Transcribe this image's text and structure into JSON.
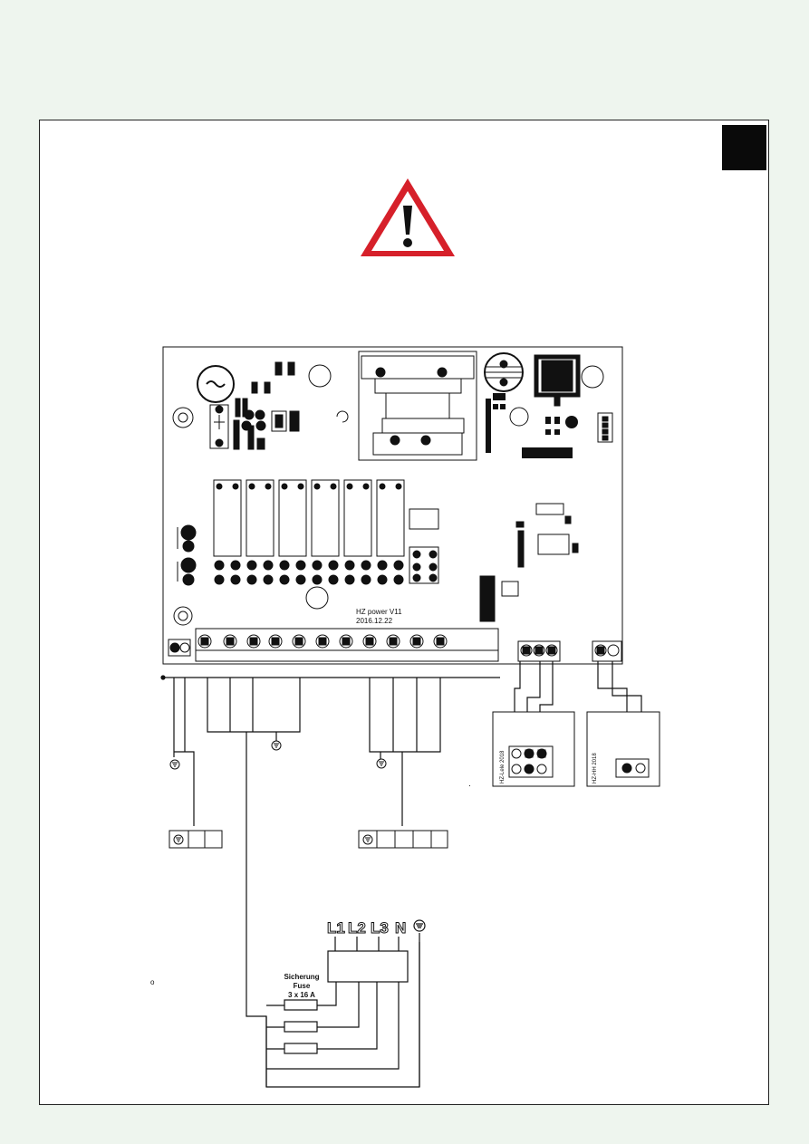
{
  "page": {
    "warning_icon": "warning-triangle-icon",
    "accent_colors": {
      "warning_red": "#d6202a",
      "watermark_green": "#dcebdc",
      "page_bg": "#eef5ee"
    }
  },
  "pcb": {
    "label_model": "HZ power  V11",
    "label_date": "2016.12.22"
  },
  "modules": {
    "module_a_label": "HZ-Lele 2018",
    "module_b_label": "HZ-HH 2018"
  },
  "supply": {
    "terminal_labels": [
      "L1",
      "L2",
      "L3",
      "N"
    ],
    "fuse_title": "Sicherung",
    "fuse_subtitle": "Fuse",
    "fuse_rating": "3 x 16 A"
  },
  "marks": {
    "small_circle": "o",
    "dot_mark": "."
  }
}
